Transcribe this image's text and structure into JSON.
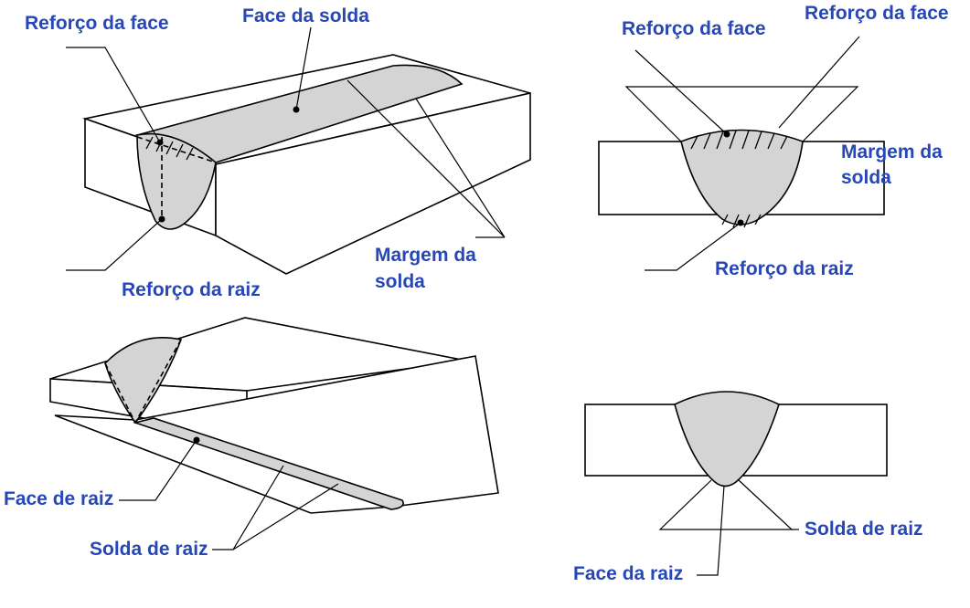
{
  "labels": {
    "tl_face_reinforcement": "Reforço da face",
    "tl_weld_face": "Face da solda",
    "tl_root_reinforcement": "Reforço da raiz",
    "tl_weld_toe_line1": "Margem da",
    "tl_weld_toe_line2": "solda",
    "tr_face_reinforcement_a": "Reforço da face",
    "tr_face_reinforcement_b": "Reforço da face",
    "tr_weld_toe_line1": "Margem da",
    "tr_weld_toe_line2": "solda",
    "tr_root_reinforcement": "Reforço da raiz",
    "bl_root_face": "Face de raiz",
    "bl_root_weld": "Solda de raiz",
    "br_root_weld": "Solda de raiz",
    "br_root_face": "Face da raiz"
  },
  "colors": {
    "label_text": "#2747b6",
    "weld_fill": "#d4d4d4",
    "outline": "#000000"
  }
}
